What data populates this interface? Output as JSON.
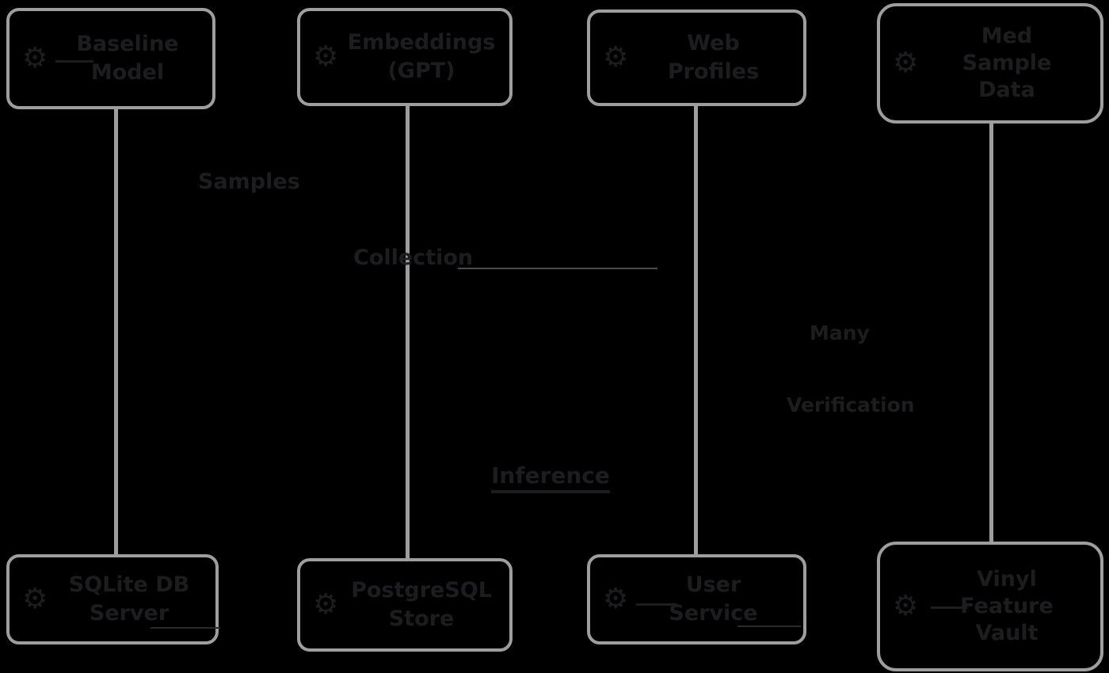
{
  "diagram": {
    "background_color": "#000000",
    "node_border_color": "#9e9e9e",
    "connector_color": "#9e9e9e",
    "text_color": "#1d1d1f",
    "icons": {
      "gear": "⚙"
    },
    "nodes": [
      {
        "id": "top-1",
        "lines": [
          "Baseline",
          "Model"
        ]
      },
      {
        "id": "top-2",
        "lines": [
          "Embeddings",
          "(GPT)"
        ]
      },
      {
        "id": "top-3",
        "lines": [
          "Web",
          "Profiles"
        ]
      },
      {
        "id": "top-4",
        "lines": [
          "Med",
          "Sample",
          "Data"
        ]
      },
      {
        "id": "bottom-1",
        "lines": [
          "SQLite DB",
          "Server"
        ]
      },
      {
        "id": "bottom-2",
        "lines": [
          "PostgreSQL",
          "Store"
        ]
      },
      {
        "id": "bottom-3",
        "lines": [
          "User",
          "Service"
        ]
      },
      {
        "id": "bottom-4",
        "lines": [
          "Vinyl",
          "Feature",
          "Vault"
        ]
      }
    ],
    "edge_labels": [
      {
        "text": "Samples"
      },
      {
        "text": "Collection"
      },
      {
        "text": "Many"
      },
      {
        "text": "Verification"
      },
      {
        "text": "Inference"
      }
    ]
  }
}
